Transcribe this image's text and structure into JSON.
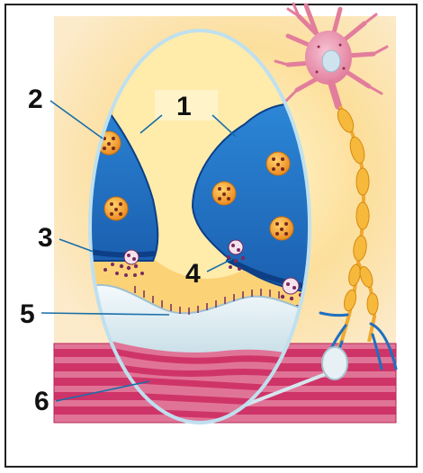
{
  "labels": {
    "l1": "1",
    "l2": "2",
    "l3": "3",
    "l4": "4",
    "l5": "5",
    "l6": "6"
  },
  "colors": {
    "frame": "#222222",
    "terminal_fill": "#1f6fc0",
    "terminal_edge": "#0d3f86",
    "vesicle_fill": "#f39c1f",
    "vesicle_dot": "#7a2a1e",
    "neuron_body": "#e98aa7",
    "axon_segment": "#f6b93b",
    "muscle_stripe": "#d8356b",
    "membrane": "#dce9ef",
    "background_glow": "#fcd98a",
    "leader_line": "#1a6ea8"
  }
}
